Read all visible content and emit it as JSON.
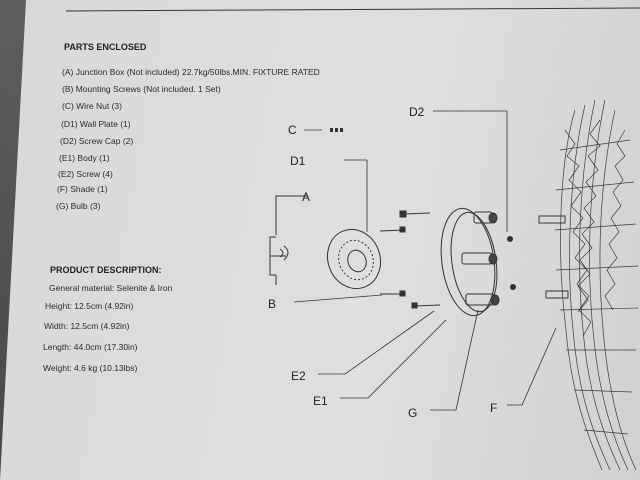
{
  "parts": {
    "heading": "PARTS ENCLOSED",
    "items": [
      "(A) Junction Box (Not included) 22.7kg/50lbs.MIN. FIXTURE RATED",
      "(B) Mounting Screws (Not included. 1 Set)",
      "(C) Wire Nut (3)",
      "(D1) Wall Plate (1)",
      "(D2) Screw Cap (2)",
      "(E1) Body (1)",
      "(E2) Screw (4)",
      "(F) Shade (1)",
      "(G) Bulb (3)"
    ]
  },
  "product": {
    "heading": "PRODUCT DESCRIPTION:",
    "material": "General material: Selenite & Iron",
    "height": "Height: 12.5cm (4.92in)",
    "width": "Width: 12.5cm (4.92in)",
    "length": "Length: 44.0cm (17.30in)",
    "weight": "Weight: 4.6 kg (10.13lbs)"
  },
  "diagram_labels": {
    "a": "A",
    "b": "B",
    "c": "C",
    "d1": "D1",
    "d2": "D2",
    "e1": "E1",
    "e2": "E2",
    "f": "F",
    "g": "G"
  }
}
